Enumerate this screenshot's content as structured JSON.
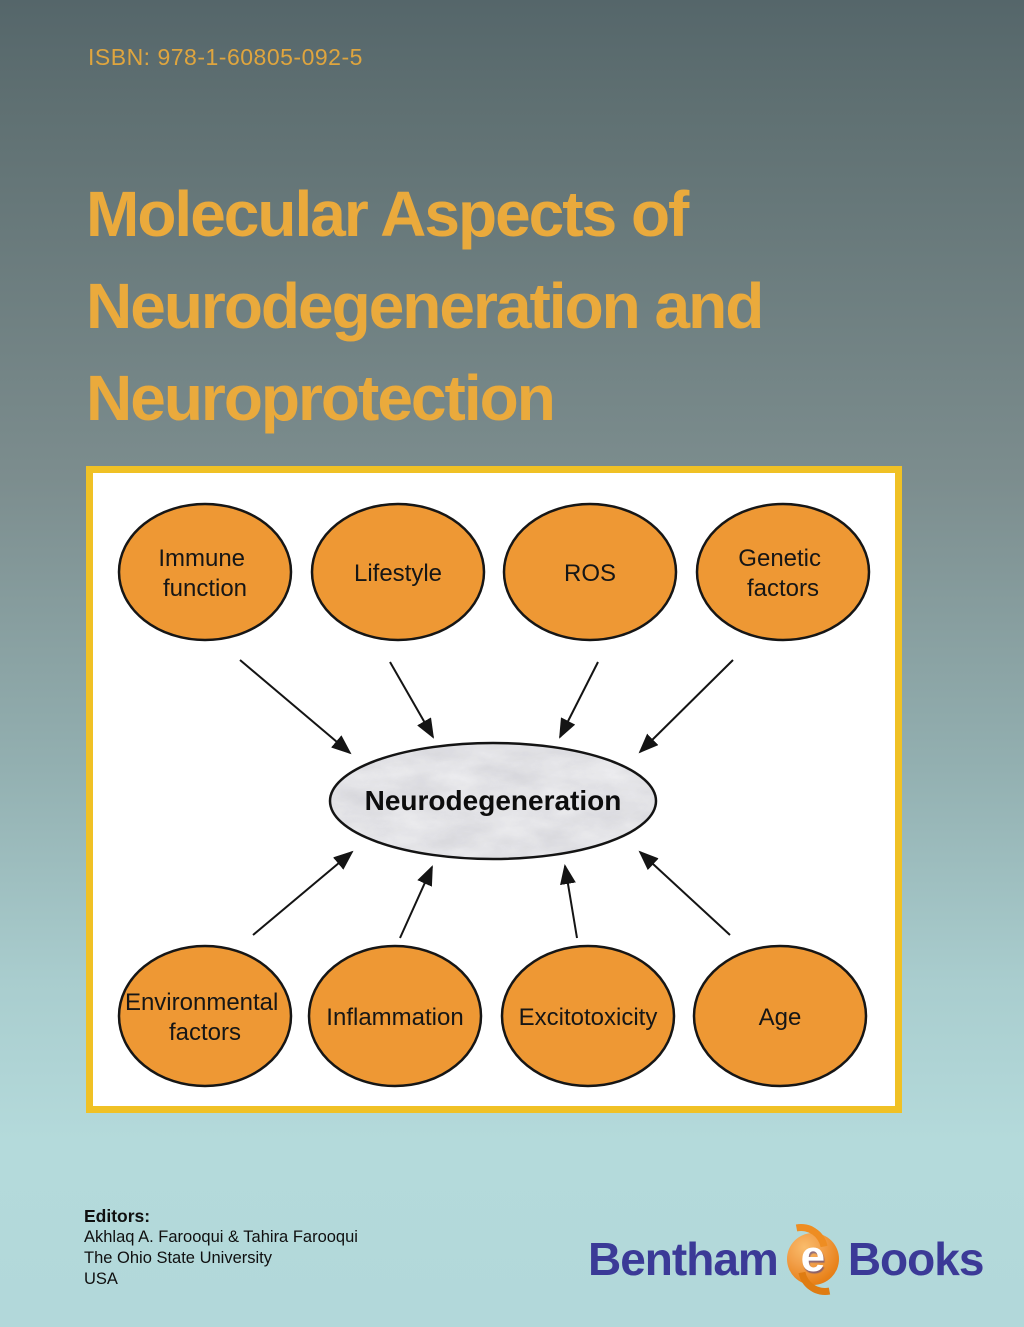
{
  "isbn": "ISBN: 978-1-60805-092-5",
  "title_lines": [
    "Molecular Aspects of",
    "Neurodegeneration and",
    "Neuroprotection"
  ],
  "diagram": {
    "center": {
      "label": "Neurodegeneration"
    },
    "top_nodes": [
      {
        "label": "Immune function",
        "lines": [
          "Immune",
          "function"
        ]
      },
      {
        "label": "Lifestyle",
        "lines": [
          "Lifestyle"
        ]
      },
      {
        "label": "ROS",
        "lines": [
          "ROS"
        ]
      },
      {
        "label": "Genetic factors",
        "lines": [
          "Genetic",
          "factors"
        ]
      }
    ],
    "bottom_nodes": [
      {
        "label": "Environmental factors",
        "lines": [
          "Environmental",
          "factors"
        ]
      },
      {
        "label": "Inflammation",
        "lines": [
          "Inflammation"
        ]
      },
      {
        "label": "Excitotoxicity",
        "lines": [
          "Excitotoxicity"
        ]
      },
      {
        "label": "Age",
        "lines": [
          "Age"
        ]
      }
    ]
  },
  "editors": {
    "heading": "Editors:",
    "names": "Akhlaq A. Farooqui & Tahira Farooqui",
    "affiliation": "The Ohio State University",
    "country": "USA"
  },
  "publisher": {
    "name_left": "Bentham",
    "e_letter": "e",
    "name_right": "Books"
  },
  "colors": {
    "node_orange": "#ee9834",
    "title_gold": "#eaaa3c",
    "box_border": "#f0c125",
    "logo_blue": "#3b3a97",
    "arrow_black": "#141414"
  }
}
